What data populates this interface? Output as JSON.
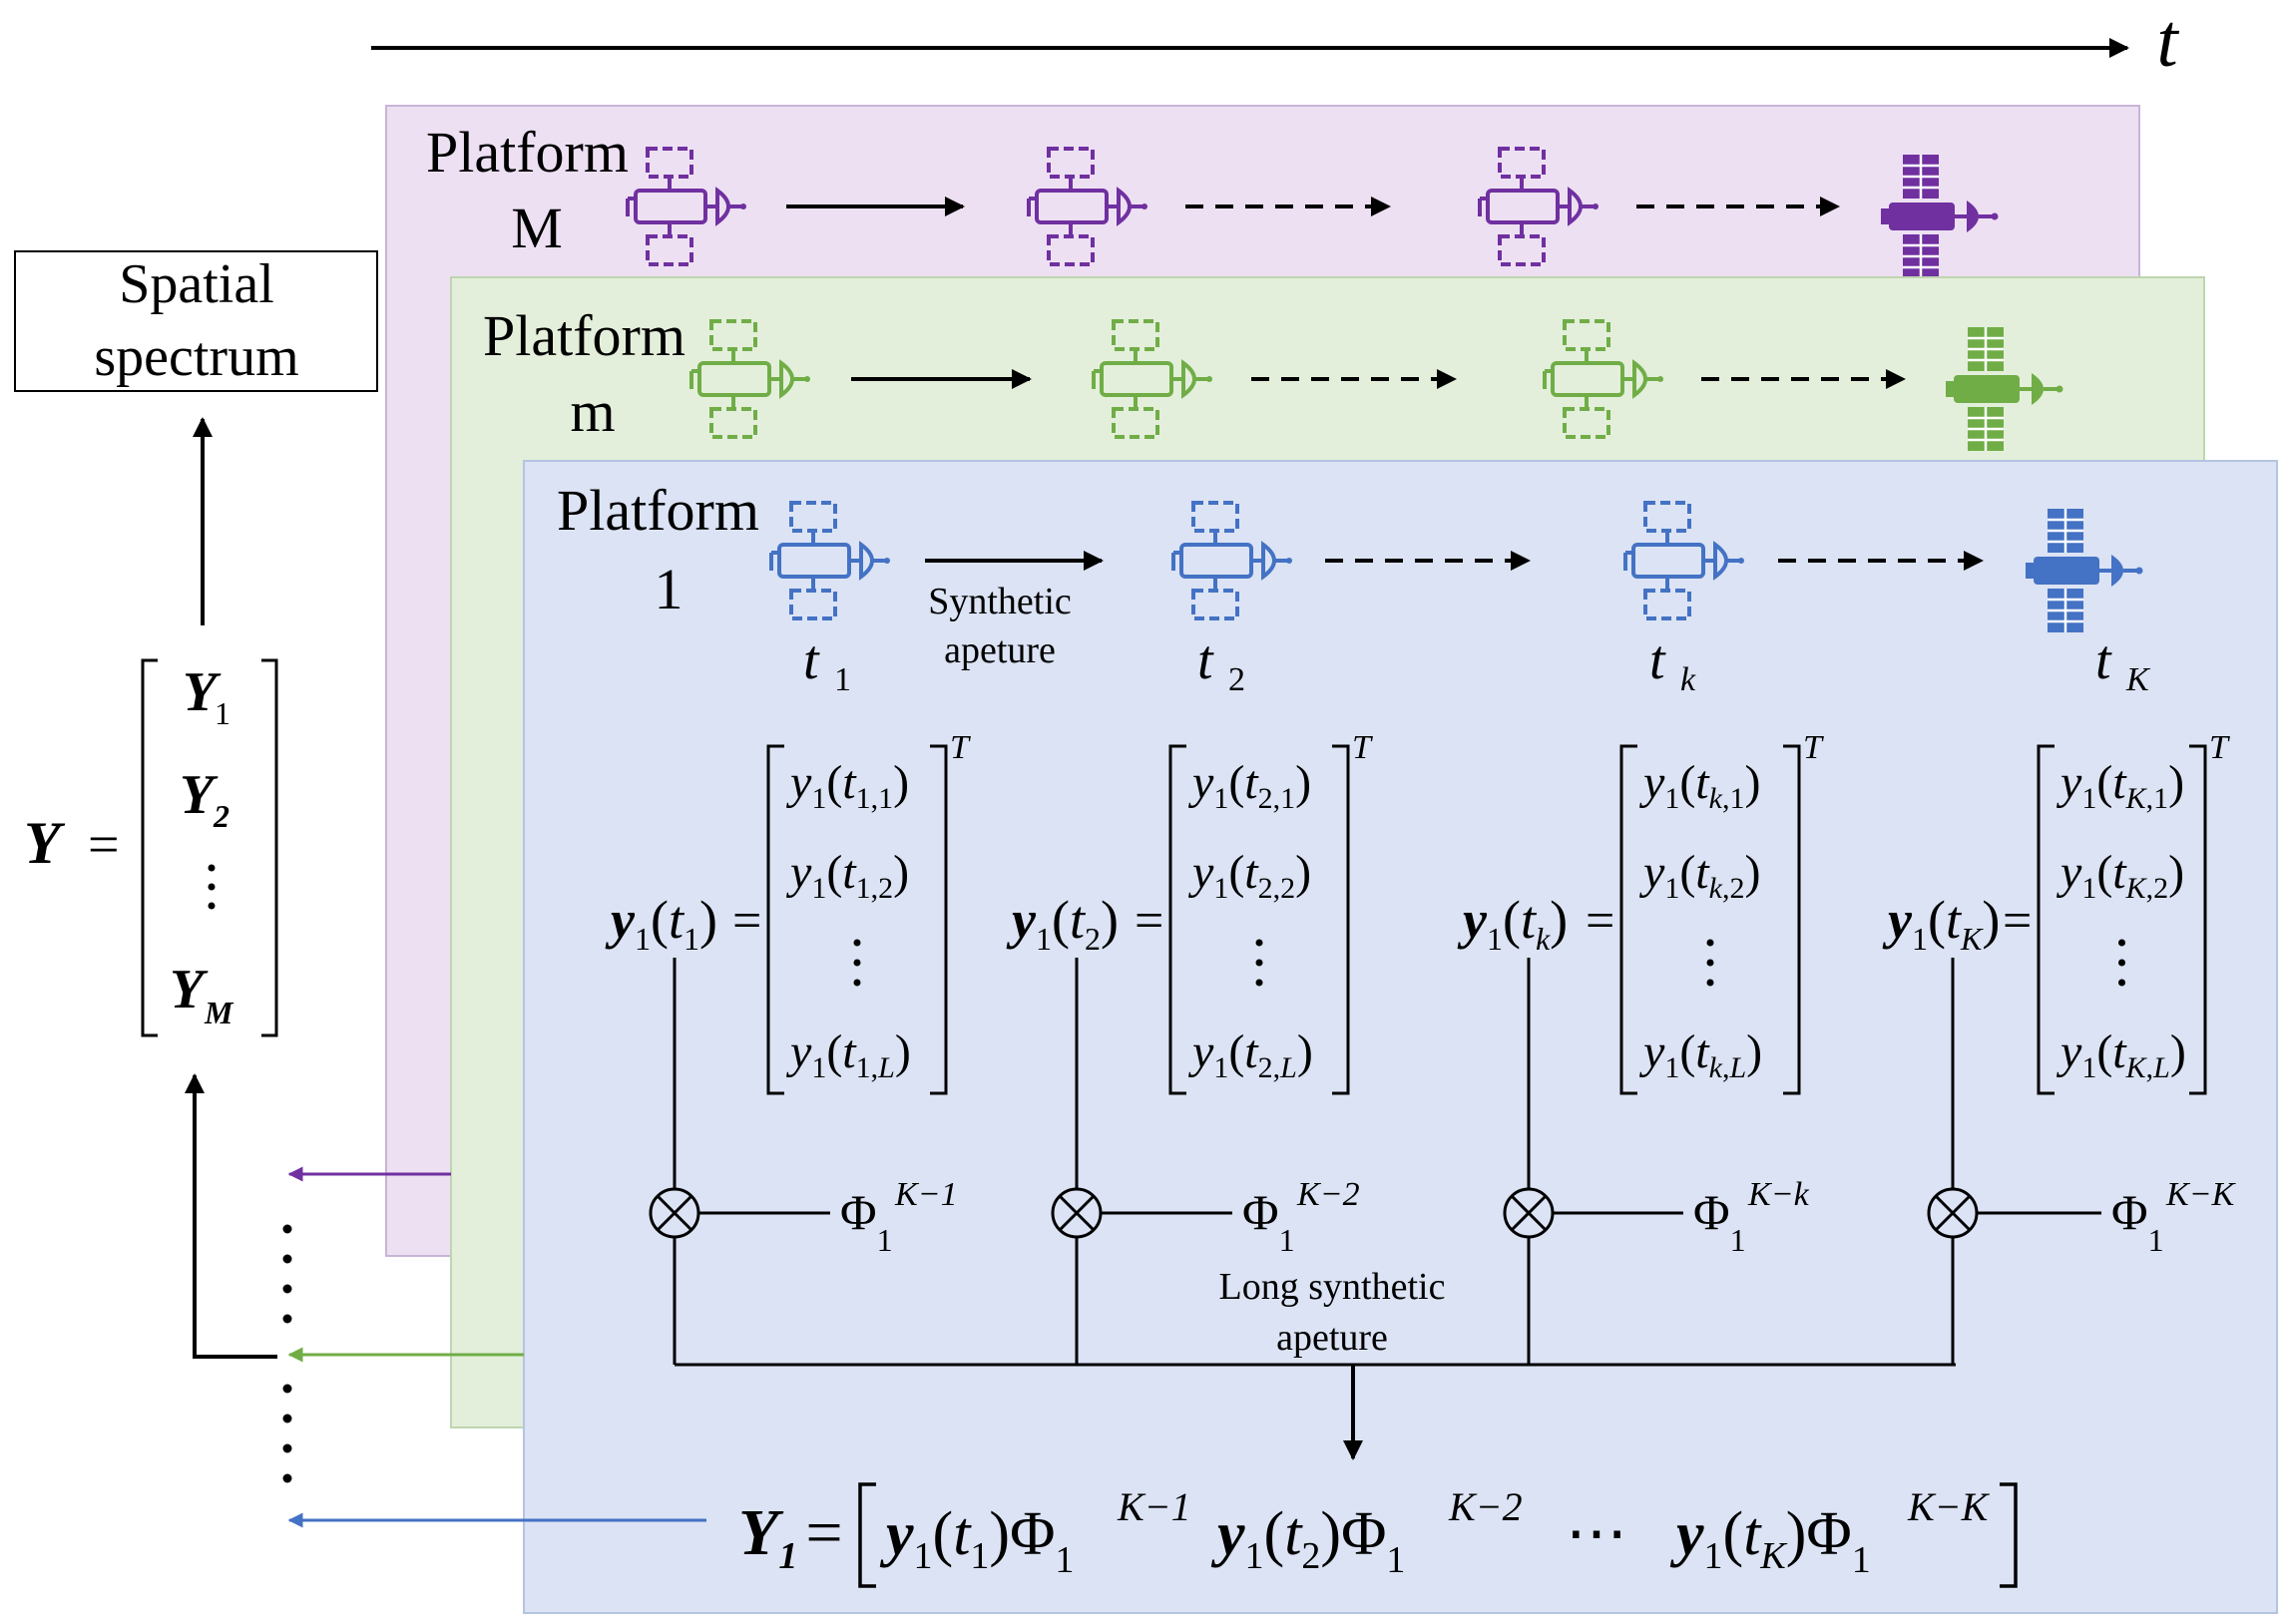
{
  "time_axis": {
    "label": "t"
  },
  "spatial_spectrum": {
    "line1": "Spatial",
    "line2": "spectrum"
  },
  "colors": {
    "platform_M": "#7030a0",
    "platform_m": "#70ad47",
    "platform_1": "#4472c4",
    "panel_M_bg": "#ede0f3",
    "panel_m_bg": "#e3efda",
    "panel_1_bg": "#dbe3f4"
  },
  "platforms": [
    {
      "label_top": "Platform",
      "label_bottom": "M",
      "icon": "satellite-icon"
    },
    {
      "label_top": "Platform",
      "label_bottom": "m",
      "icon": "satellite-icon"
    },
    {
      "label_top": "Platform",
      "label_bottom": "1",
      "icon": "satellite-icon"
    }
  ],
  "synthetic_aperture": {
    "line1": "Synthetic",
    "line2": "apeture"
  },
  "long_aperture": {
    "line1": "Long synthetic",
    "line2": "apeture"
  },
  "time_labels": [
    {
      "base": "t",
      "sub": "1"
    },
    {
      "base": "t",
      "sub": "2"
    },
    {
      "base": "t",
      "sub": "k"
    },
    {
      "base": "t",
      "sub": "K"
    }
  ],
  "snapshots": [
    {
      "lhs_sub": "1",
      "t_sub": "1",
      "idx": "1",
      "phi_sup": "K−1"
    },
    {
      "lhs_sub": "1",
      "t_sub": "2",
      "idx": "2",
      "phi_sup": "K−2"
    },
    {
      "lhs_sub": "1",
      "t_sub": "k",
      "idx": "k",
      "phi_sup": "K−k"
    },
    {
      "lhs_sub": "1",
      "t_sub": "K",
      "idx": "K",
      "phi_sup": "K−K"
    }
  ],
  "vector_Y": {
    "lhs": "Y",
    "entries": [
      "Y",
      "Y",
      "Y"
    ],
    "subs": [
      "1",
      "2",
      "M"
    ]
  },
  "result": {
    "lhs": "Y",
    "lhs_sub": "1",
    "terms": [
      {
        "t_sub": "1",
        "phi_sup": "K−1"
      },
      {
        "t_sub": "2",
        "phi_sup": "K−2"
      },
      {
        "t_sub": "K",
        "phi_sup": "K−K"
      }
    ],
    "ellipsis": "⋯"
  }
}
